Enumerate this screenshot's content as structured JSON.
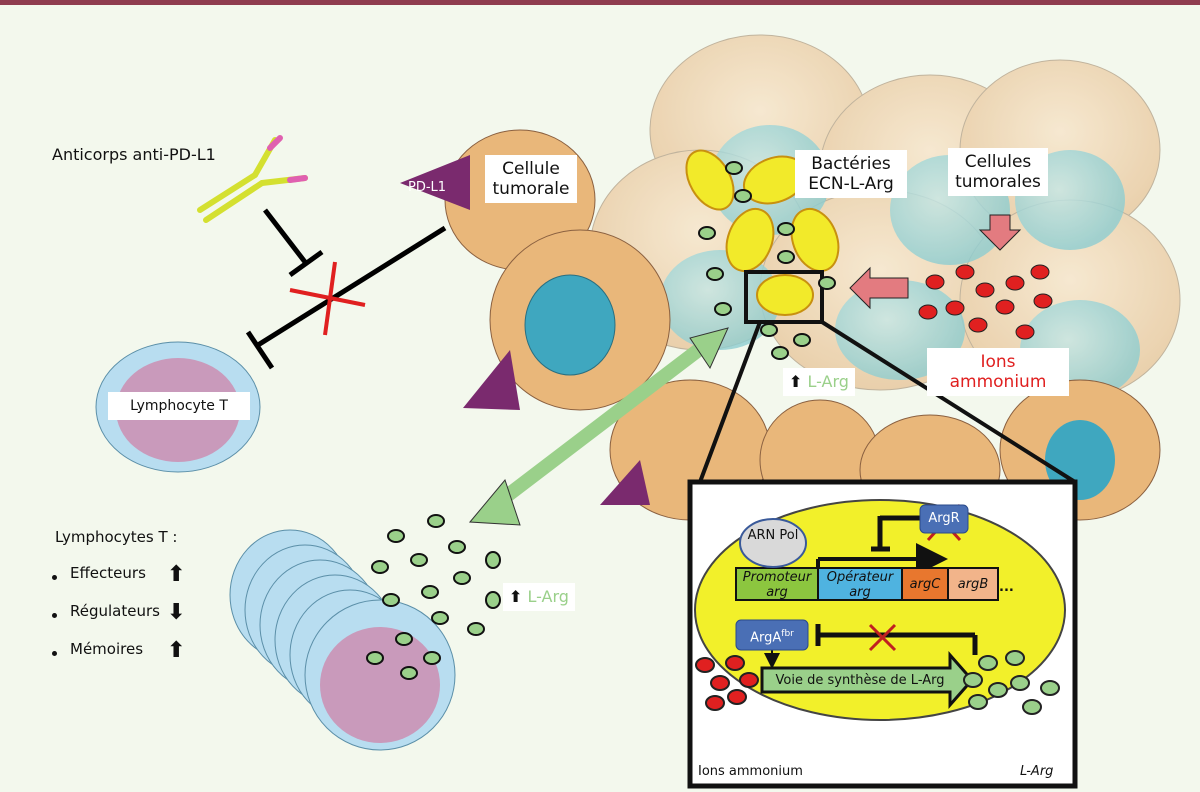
{
  "labels": {
    "antibody": "Anticorps anti-PD-L1",
    "pdl1": "PD-L1",
    "tumor_cell": "Cellule tumorale",
    "bacteria": "Bactéries ECN-L-Arg",
    "tumor_cells": "Cellules tumorales",
    "ammonium": "Ions ammonium",
    "larg_up": "L-Arg",
    "lymphocyte": "Lymphocyte T",
    "larg_up_2": "L-Arg"
  },
  "legend": {
    "title": "Lymphocytes T :",
    "items": [
      {
        "label": "Effecteurs",
        "trend": "up",
        "glyph": "⬆"
      },
      {
        "label": "Régulateurs",
        "trend": "down",
        "glyph": "⬇"
      },
      {
        "label": "Mémoires",
        "trend": "up",
        "glyph": "⬆"
      }
    ]
  },
  "inset": {
    "rna_pol": "ARN Pol",
    "argr": "ArgR",
    "promoteur": "Promoteur arg",
    "operateur": "Opérateur arg",
    "argc": "argC",
    "argb": "argB",
    "ellipsis": "...",
    "arga": "ArgA",
    "arga_sup": "fbr",
    "pathway": "Voie de synthèse de L-Arg",
    "ammonium": "Ions ammonium",
    "larg": "L-Arg"
  },
  "colors": {
    "topbar": "#8f3d4f",
    "ammonium": "#e02020",
    "larg": "#9ad08a",
    "pdl1": "#7a2a6e",
    "bacteria": "#f2ea2a",
    "promoteur": "#8cc63f",
    "operateur": "#4fb3e0",
    "argc": "#e8772e",
    "argb": "#f2b48a",
    "protein": "#4a6fb5"
  }
}
